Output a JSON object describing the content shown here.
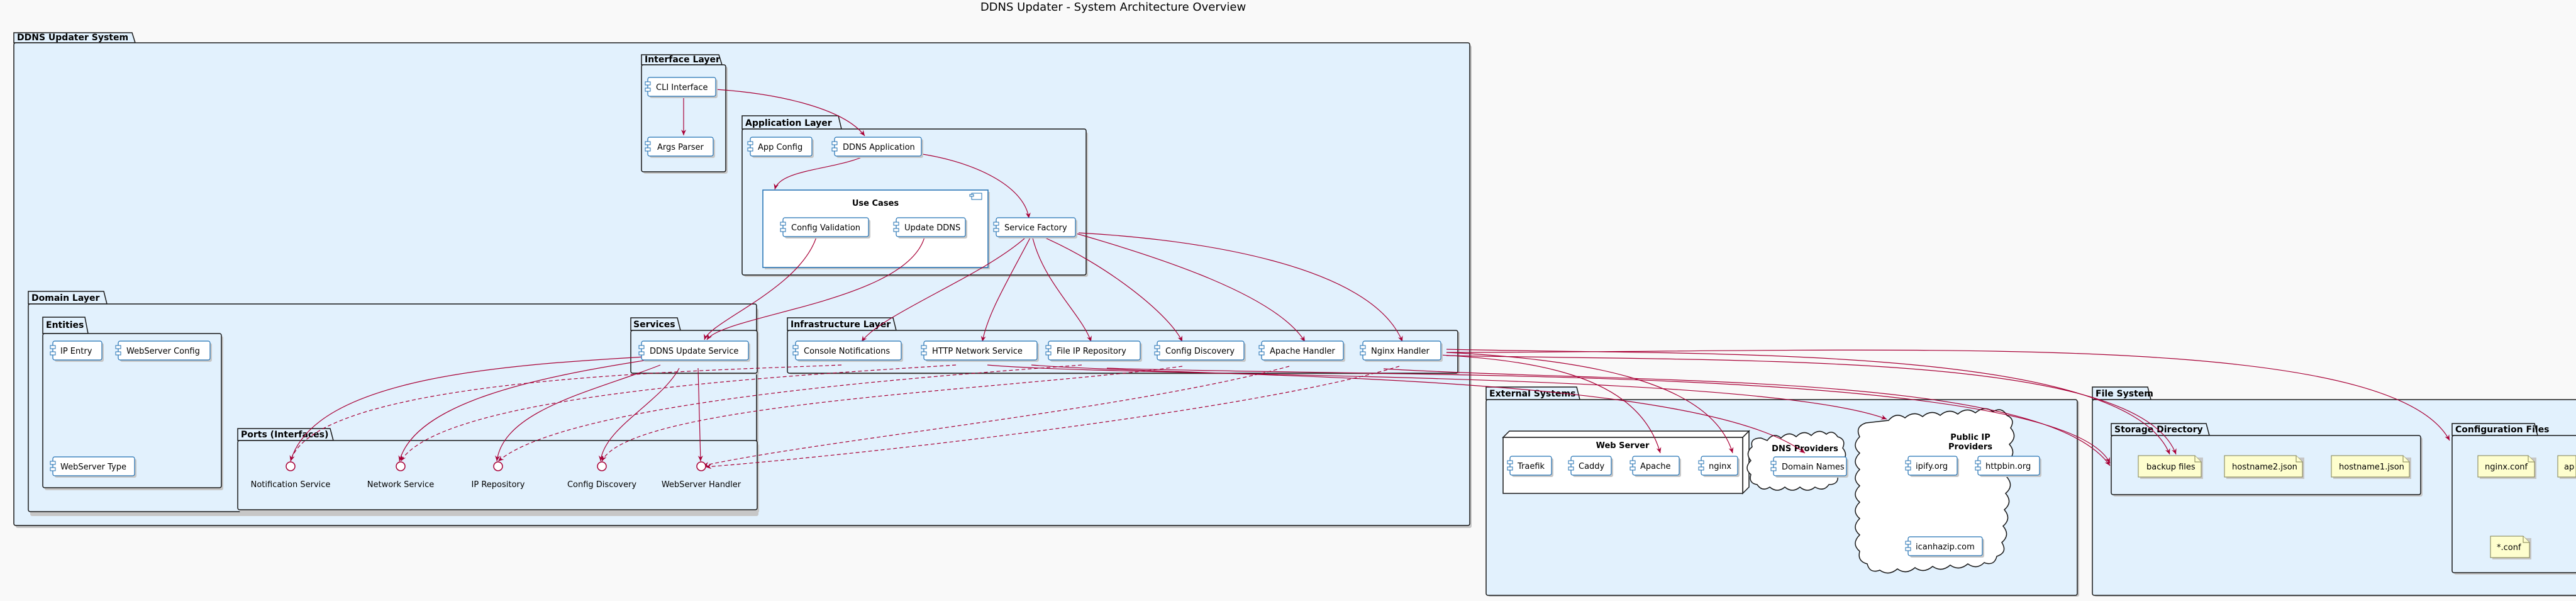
{
  "title": "DDNS Updater - System Architecture Overview",
  "packages": {
    "ddns_updater_system": "DDNS Updater System",
    "interface_layer": "Interface Layer",
    "application_layer": "Application Layer",
    "domain_layer": "Domain Layer",
    "entities": "Entities",
    "services": "Services",
    "ports": "Ports (Interfaces)",
    "infrastructure_layer": "Infrastructure Layer",
    "external_systems": "External Systems",
    "web_server": "Web Server",
    "dns_providers": "DNS Providers",
    "public_ip_providers_line1": "Public IP",
    "public_ip_providers_line2": "Providers",
    "file_system": "File System",
    "storage_directory": "Storage Directory",
    "configuration_files": "Configuration Files",
    "use_cases": "Use Cases"
  },
  "components": {
    "cli_interface": "CLI Interface",
    "args_parser": "Args Parser",
    "app_config": "App Config",
    "ddns_application": "DDNS Application",
    "config_validation": "Config Validation",
    "update_ddns": "Update DDNS",
    "service_factory": "Service Factory",
    "ip_entry": "IP Entry",
    "webserver_config": "WebServer Config",
    "webserver_type": "WebServer Type",
    "ddns_update_service": "DDNS Update Service",
    "console_notifications": "Console Notifications",
    "http_network_service": "HTTP Network Service",
    "file_ip_repository": "File IP Repository",
    "config_discovery": "Config Discovery",
    "apache_handler": "Apache Handler",
    "nginx_handler": "Nginx Handler",
    "traefik": "Traefik",
    "caddy": "Caddy",
    "apache": "Apache",
    "nginx": "nginx",
    "domain_names": "Domain Names",
    "ipify": "ipify.org",
    "httpbin": "httpbin.org",
    "icanhazip": "icanhazip.com"
  },
  "interfaces": {
    "notification_service": "Notification Service",
    "network_service": "Network Service",
    "ip_repository": "IP Repository",
    "config_discovery": "Config Discovery",
    "webserver_handler": "WebServer Handler"
  },
  "files": {
    "backup_files": "backup files",
    "hostname2_json": "hostname2.json",
    "hostname1_json": "hostname1.json",
    "nginx_conf": "nginx.conf",
    "ap_partial": "ap",
    "star_conf": "*.conf"
  },
  "colors": {
    "package_fill": "#e2f1fd",
    "component_border": "#1f6fb2",
    "arrow": "#a80036",
    "note_fill": "#fefece",
    "background": "#f9f9f9"
  }
}
